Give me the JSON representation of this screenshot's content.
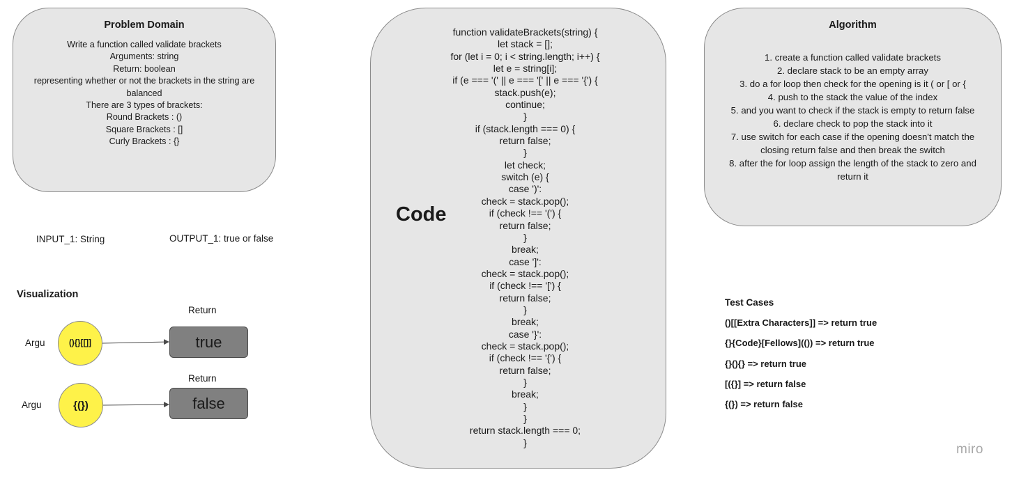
{
  "problem": {
    "title": "Problem Domain",
    "lines": [
      "Write a function called validate brackets",
      "Arguments: string",
      "Return: boolean",
      "representing whether or not the brackets in the string are",
      "balanced",
      "There are 3 types of brackets:",
      "Round Brackets : ()",
      "Square Brackets : []",
      "Curly Brackets : {}"
    ]
  },
  "code": {
    "label": "Code",
    "lines": [
      "function validateBrackets(string) {",
      "let stack = [];",
      "for (let i = 0; i < string.length; i++) {",
      "let e = string[i];",
      "if (e === '(' || e === '[' || e === '{') {",
      "stack.push(e);",
      "continue;",
      "}",
      "if (stack.length === 0) {",
      "return false;",
      "}",
      "let check;",
      "switch (e) {",
      "case ')':",
      "check = stack.pop();",
      "if (check !== '(') {",
      "return false;",
      "}",
      "break;",
      "case ']':",
      "check = stack.pop();",
      "if (check !== '[') {",
      "return false;",
      "}",
      "break;",
      "case '}':",
      "check = stack.pop();",
      "if (check !== '{') {",
      "return false;",
      "}",
      "break;",
      "}",
      "}",
      "return stack.length === 0;",
      "}"
    ]
  },
  "algorithm": {
    "title": "Algorithm",
    "lines": [
      "1. create a function called validate brackets",
      "2. declare stack to be an empty array",
      "3. do a for loop then check for the opening is it ( or [ or {",
      "4. push to the stack the value of the index",
      "5. and you want to check if the stack is empty to return false",
      "6. declare check to pop the stack into it",
      "7. use switch for each case if the opening doesn't match the",
      "closing return false and then break the switch",
      "8. after the for loop assign the length of the stack to zero and",
      "return it"
    ]
  },
  "io": {
    "input": "INPUT_1: String",
    "output": "OUTPUT_1: true or false"
  },
  "visualization": {
    "title": "Visualization",
    "examples": [
      {
        "argu_label": "Argu",
        "argument": "(){}[[]]",
        "return_label": "Return",
        "result": "true"
      },
      {
        "argu_label": "Argu",
        "argument": "{(})",
        "return_label": "Return",
        "result": "false"
      }
    ]
  },
  "tests": {
    "title": "Test Cases",
    "items": [
      "()[[Extra Characters]] => return true",
      "{}{Code}[Fellows](()) => return true",
      "{}(){} => return true",
      "[({}] => return false",
      "{(}) => return false"
    ]
  },
  "brand": "miro",
  "colors": {
    "card_fill": "#e6e6e6",
    "circle_fill": "#fef249",
    "result_fill": "#808080"
  }
}
